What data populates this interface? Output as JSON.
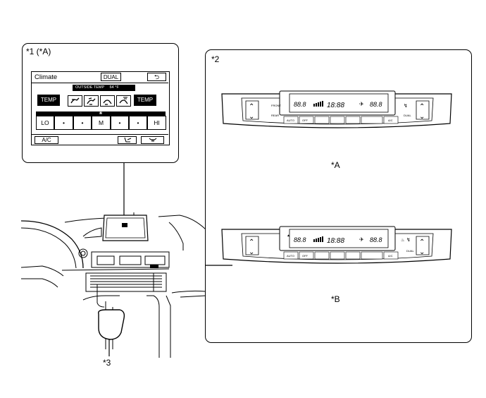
{
  "callouts": {
    "screen_box": "*1 (*A)",
    "panels_box": "*2",
    "panel_a": "*A",
    "panel_b": "*B",
    "remote": "*3"
  },
  "screen": {
    "title": "Climate",
    "dual": "DUAL",
    "back_glyph": "⮌",
    "outside_temp_label": "OUTSIDE TEMP",
    "outside_temp_value": "64 °F",
    "temp_left": "TEMP",
    "temp_right": "TEMP",
    "fan_levels": [
      "LO",
      "•",
      "•",
      "M",
      "•",
      "•",
      "HI"
    ],
    "ac": "A/C"
  },
  "panel_a": {
    "temp_left": "88.8",
    "time": "18:88",
    "temp_right": "88.8",
    "buttons": [
      "AUTO",
      "OFF",
      "",
      "",
      "",
      "",
      "A/C"
    ],
    "front": "FRONT",
    "rear": "REAR",
    "dual": "DUAL"
  },
  "panel_b": {
    "temp_left": "88.8",
    "time": "18:88",
    "temp_right": "88.8",
    "buttons": [
      "AUTO",
      "OFF",
      "",
      "",
      "",
      "",
      "A/C"
    ],
    "dual": "DUAL"
  }
}
